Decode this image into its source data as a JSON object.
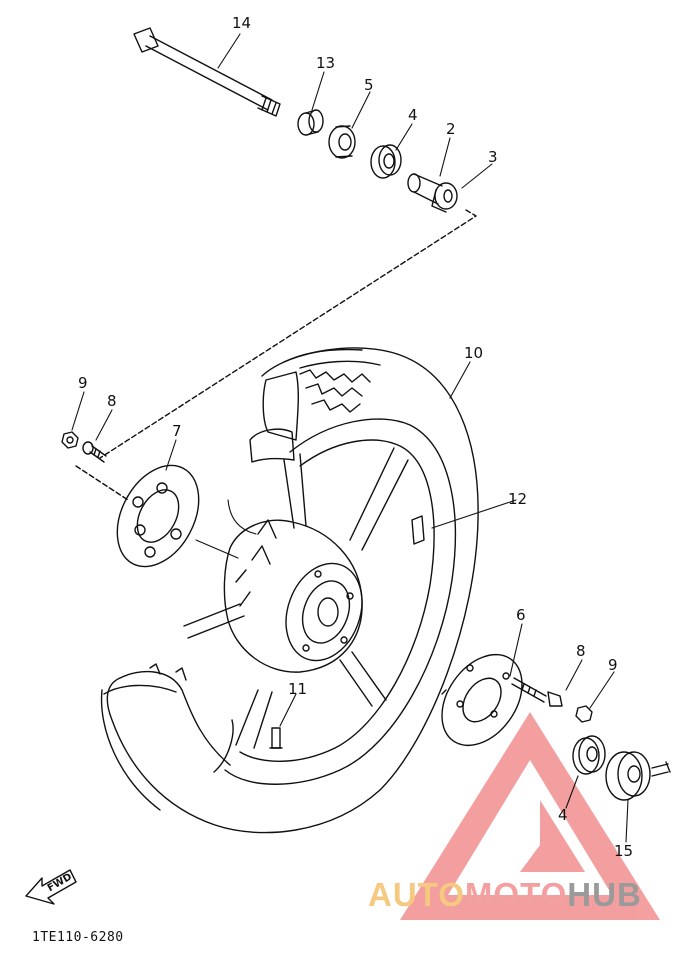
{
  "diagram": {
    "callouts": [
      {
        "id": "c14a",
        "text": "14"
      },
      {
        "id": "c13",
        "text": "13"
      },
      {
        "id": "c5",
        "text": "5"
      },
      {
        "id": "c4a",
        "text": "4"
      },
      {
        "id": "c2",
        "text": "2"
      },
      {
        "id": "c3",
        "text": "3"
      },
      {
        "id": "c10",
        "text": "10"
      },
      {
        "id": "c9a",
        "text": "9"
      },
      {
        "id": "c8a",
        "text": "8"
      },
      {
        "id": "c7",
        "text": "7"
      },
      {
        "id": "c12",
        "text": "12"
      },
      {
        "id": "c6",
        "text": "6"
      },
      {
        "id": "c8b",
        "text": "8"
      },
      {
        "id": "c9b",
        "text": "9"
      },
      {
        "id": "c11",
        "text": "11"
      },
      {
        "id": "c4b",
        "text": "4"
      },
      {
        "id": "c15",
        "text": "15"
      }
    ],
    "fwd_label": "FWD",
    "part_code": "1TE110-6280"
  },
  "watermark": {
    "brand_parts": [
      "AUTO",
      "MOTO",
      "HUB"
    ],
    "colors": {
      "auto": "#f5c97f",
      "moto": "#f4a0a0",
      "hub": "#9a9a9a",
      "logo": "#f08080"
    }
  },
  "colors": {
    "line": "#111111",
    "background": "#ffffff"
  }
}
